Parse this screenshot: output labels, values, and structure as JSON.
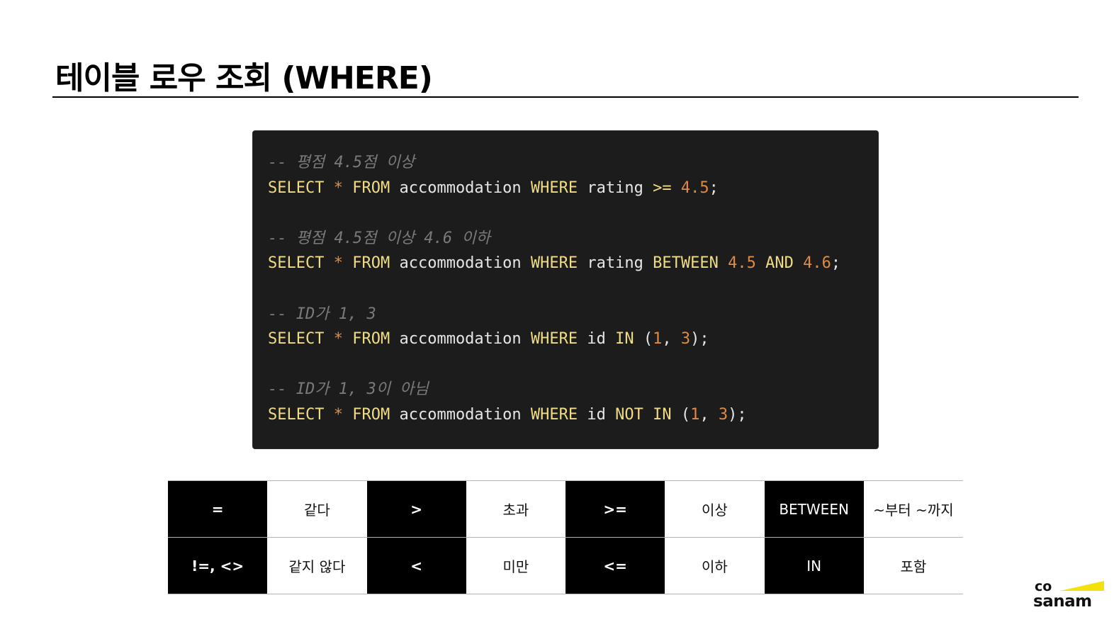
{
  "page": {
    "title": "테이블 로우 조회 (WHERE)"
  },
  "code": {
    "block1": {
      "comment": "-- 평점 4.5점 이상",
      "kw_select": "SELECT",
      "star": "*",
      "kw_from": "FROM",
      "table": "accommodation",
      "kw_where": "WHERE",
      "column": "rating",
      "op": ">=",
      "num": "4.5",
      "end": ";"
    },
    "block2": {
      "comment": "-- 평점 4.5점 이상 4.6 이하",
      "kw_select": "SELECT",
      "star": "*",
      "kw_from": "FROM",
      "table": "accommodation",
      "kw_where": "WHERE",
      "column": "rating",
      "kw_between": "BETWEEN",
      "num1": "4.5",
      "kw_and": "AND",
      "num2": "4.6",
      "end": ";"
    },
    "block3": {
      "comment": "-- ID가 1, 3",
      "kw_select": "SELECT",
      "star": "*",
      "kw_from": "FROM",
      "table": "accommodation",
      "kw_where": "WHERE",
      "column": "id",
      "kw_in": "IN",
      "open": "(",
      "num1": "1",
      "comma": ",",
      "num2": "3",
      "end": ");"
    },
    "block4": {
      "comment": "-- ID가 1, 3이 아님",
      "kw_select": "SELECT",
      "star": "*",
      "kw_from": "FROM",
      "table": "accommodation",
      "kw_where": "WHERE",
      "column": "id",
      "kw_not_in": "NOT IN",
      "open": "(",
      "num1": "1",
      "comma": ",",
      "num2": "3",
      "end": ");"
    }
  },
  "operators": {
    "rows": [
      [
        {
          "text": "=",
          "style": "dark"
        },
        {
          "text": "같다",
          "style": "light"
        },
        {
          "text": ">",
          "style": "dark"
        },
        {
          "text": "초과",
          "style": "light"
        },
        {
          "text": ">=",
          "style": "dark"
        },
        {
          "text": "이상",
          "style": "light"
        },
        {
          "text": "BETWEEN",
          "style": "dark"
        },
        {
          "text": "~부터 ~까지",
          "style": "light"
        }
      ],
      [
        {
          "text": "!=, <>",
          "style": "dark"
        },
        {
          "text": "같지 않다",
          "style": "light"
        },
        {
          "text": "<",
          "style": "dark"
        },
        {
          "text": "미만",
          "style": "light"
        },
        {
          "text": "<=",
          "style": "dark"
        },
        {
          "text": "이하",
          "style": "light"
        },
        {
          "text": "IN",
          "style": "dark"
        },
        {
          "text": "포함",
          "style": "light"
        }
      ]
    ]
  },
  "logo": {
    "line1": "co",
    "line2": "sanam",
    "accent_color": "#f5e10a"
  },
  "colors": {
    "code_bg": "#1c1c1c",
    "keyword": "#f0dc82",
    "number": "#e08a42",
    "comment": "#7a7a7a"
  }
}
